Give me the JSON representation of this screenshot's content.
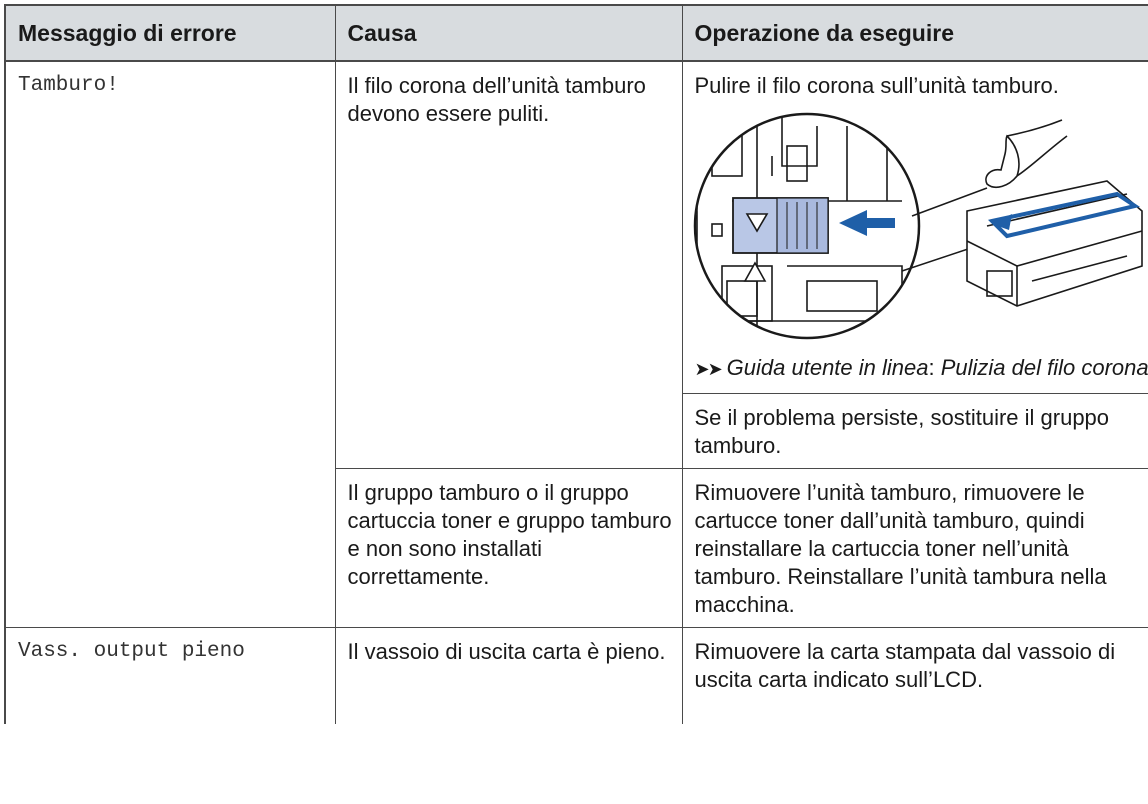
{
  "table": {
    "headers": [
      "Messaggio di errore",
      "Causa",
      "Operazione da eseguire"
    ],
    "row1": {
      "message": "Tamburo!",
      "cause": "Il filo corona dell’unità tamburo devono essere puliti.",
      "action_intro": "Pulire il filo corona sull’unità tamburo.",
      "ref_arrows": "➤➤",
      "ref_guide": "Guida utente in linea",
      "ref_sep": ": ",
      "ref_topic": "Pulizia del filo corona",
      "action_followup": "Se il problema persiste, sostituire il gruppo tamburo."
    },
    "row2": {
      "cause": "Il gruppo tamburo o il gruppo cartuccia toner e gruppo tamburo e non sono installati correttamente.",
      "action": "Rimuovere l’unità tamburo, rimuovere le cartucce toner dall’unità tamburo, quindi reinstallare la cartuccia toner nell’unità tamburo. Reinstallare l’unità tambura nella macchina."
    },
    "row3": {
      "message": "Vass. output pieno",
      "cause": "Il vassoio di uscita carta è pieno.",
      "action": "Rimuovere la carta stampata dal vassoio di uscita carta indicato sull’LCD."
    }
  },
  "colors": {
    "header_bg": "#d8dcdf",
    "accent_blue": "#1f5fa8",
    "tab_blue": "#b9c7e6"
  }
}
